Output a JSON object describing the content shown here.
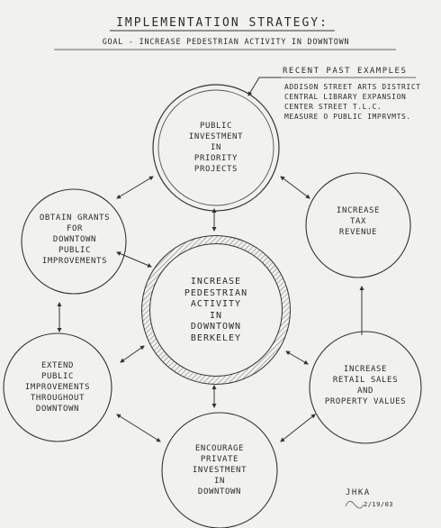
{
  "header": {
    "title": "Implementation Strategy:",
    "subtitle": "Goal - Increase Pedestrian Activity in Downtown"
  },
  "note": {
    "heading": "Recent Past Examples",
    "lines": [
      "Addison Street Arts District",
      "Central Library Expansion",
      "Center Street T.L.C.",
      "Measure O Public Imprvmts."
    ]
  },
  "nodes": {
    "top": [
      "Public",
      "Investment",
      "in",
      "Priority",
      "Projects"
    ],
    "upper_left": [
      "Obtain Grants",
      "for",
      "Downtown",
      "Public",
      "Improvements"
    ],
    "upper_right": [
      "Increase",
      "Tax",
      "Revenue"
    ],
    "center": [
      "Increase",
      "Pedestrian",
      "Activity",
      "in",
      "Downtown",
      "Berkeley"
    ],
    "lower_left": [
      "Extend",
      "Public",
      "Improvements",
      "Throughout",
      "Downtown"
    ],
    "lower_right": [
      "Increase",
      "Retail Sales",
      "and",
      "Property Values"
    ],
    "bottom": [
      "Encourage",
      "Private",
      "Investment",
      "in",
      "Downtown"
    ]
  },
  "signature": {
    "initials": "JHKA",
    "date": "2/19/03"
  },
  "colors": {
    "paper": "#f1f1ee",
    "ink": "#2b2b2b",
    "hatch": "#8a8a8a"
  }
}
